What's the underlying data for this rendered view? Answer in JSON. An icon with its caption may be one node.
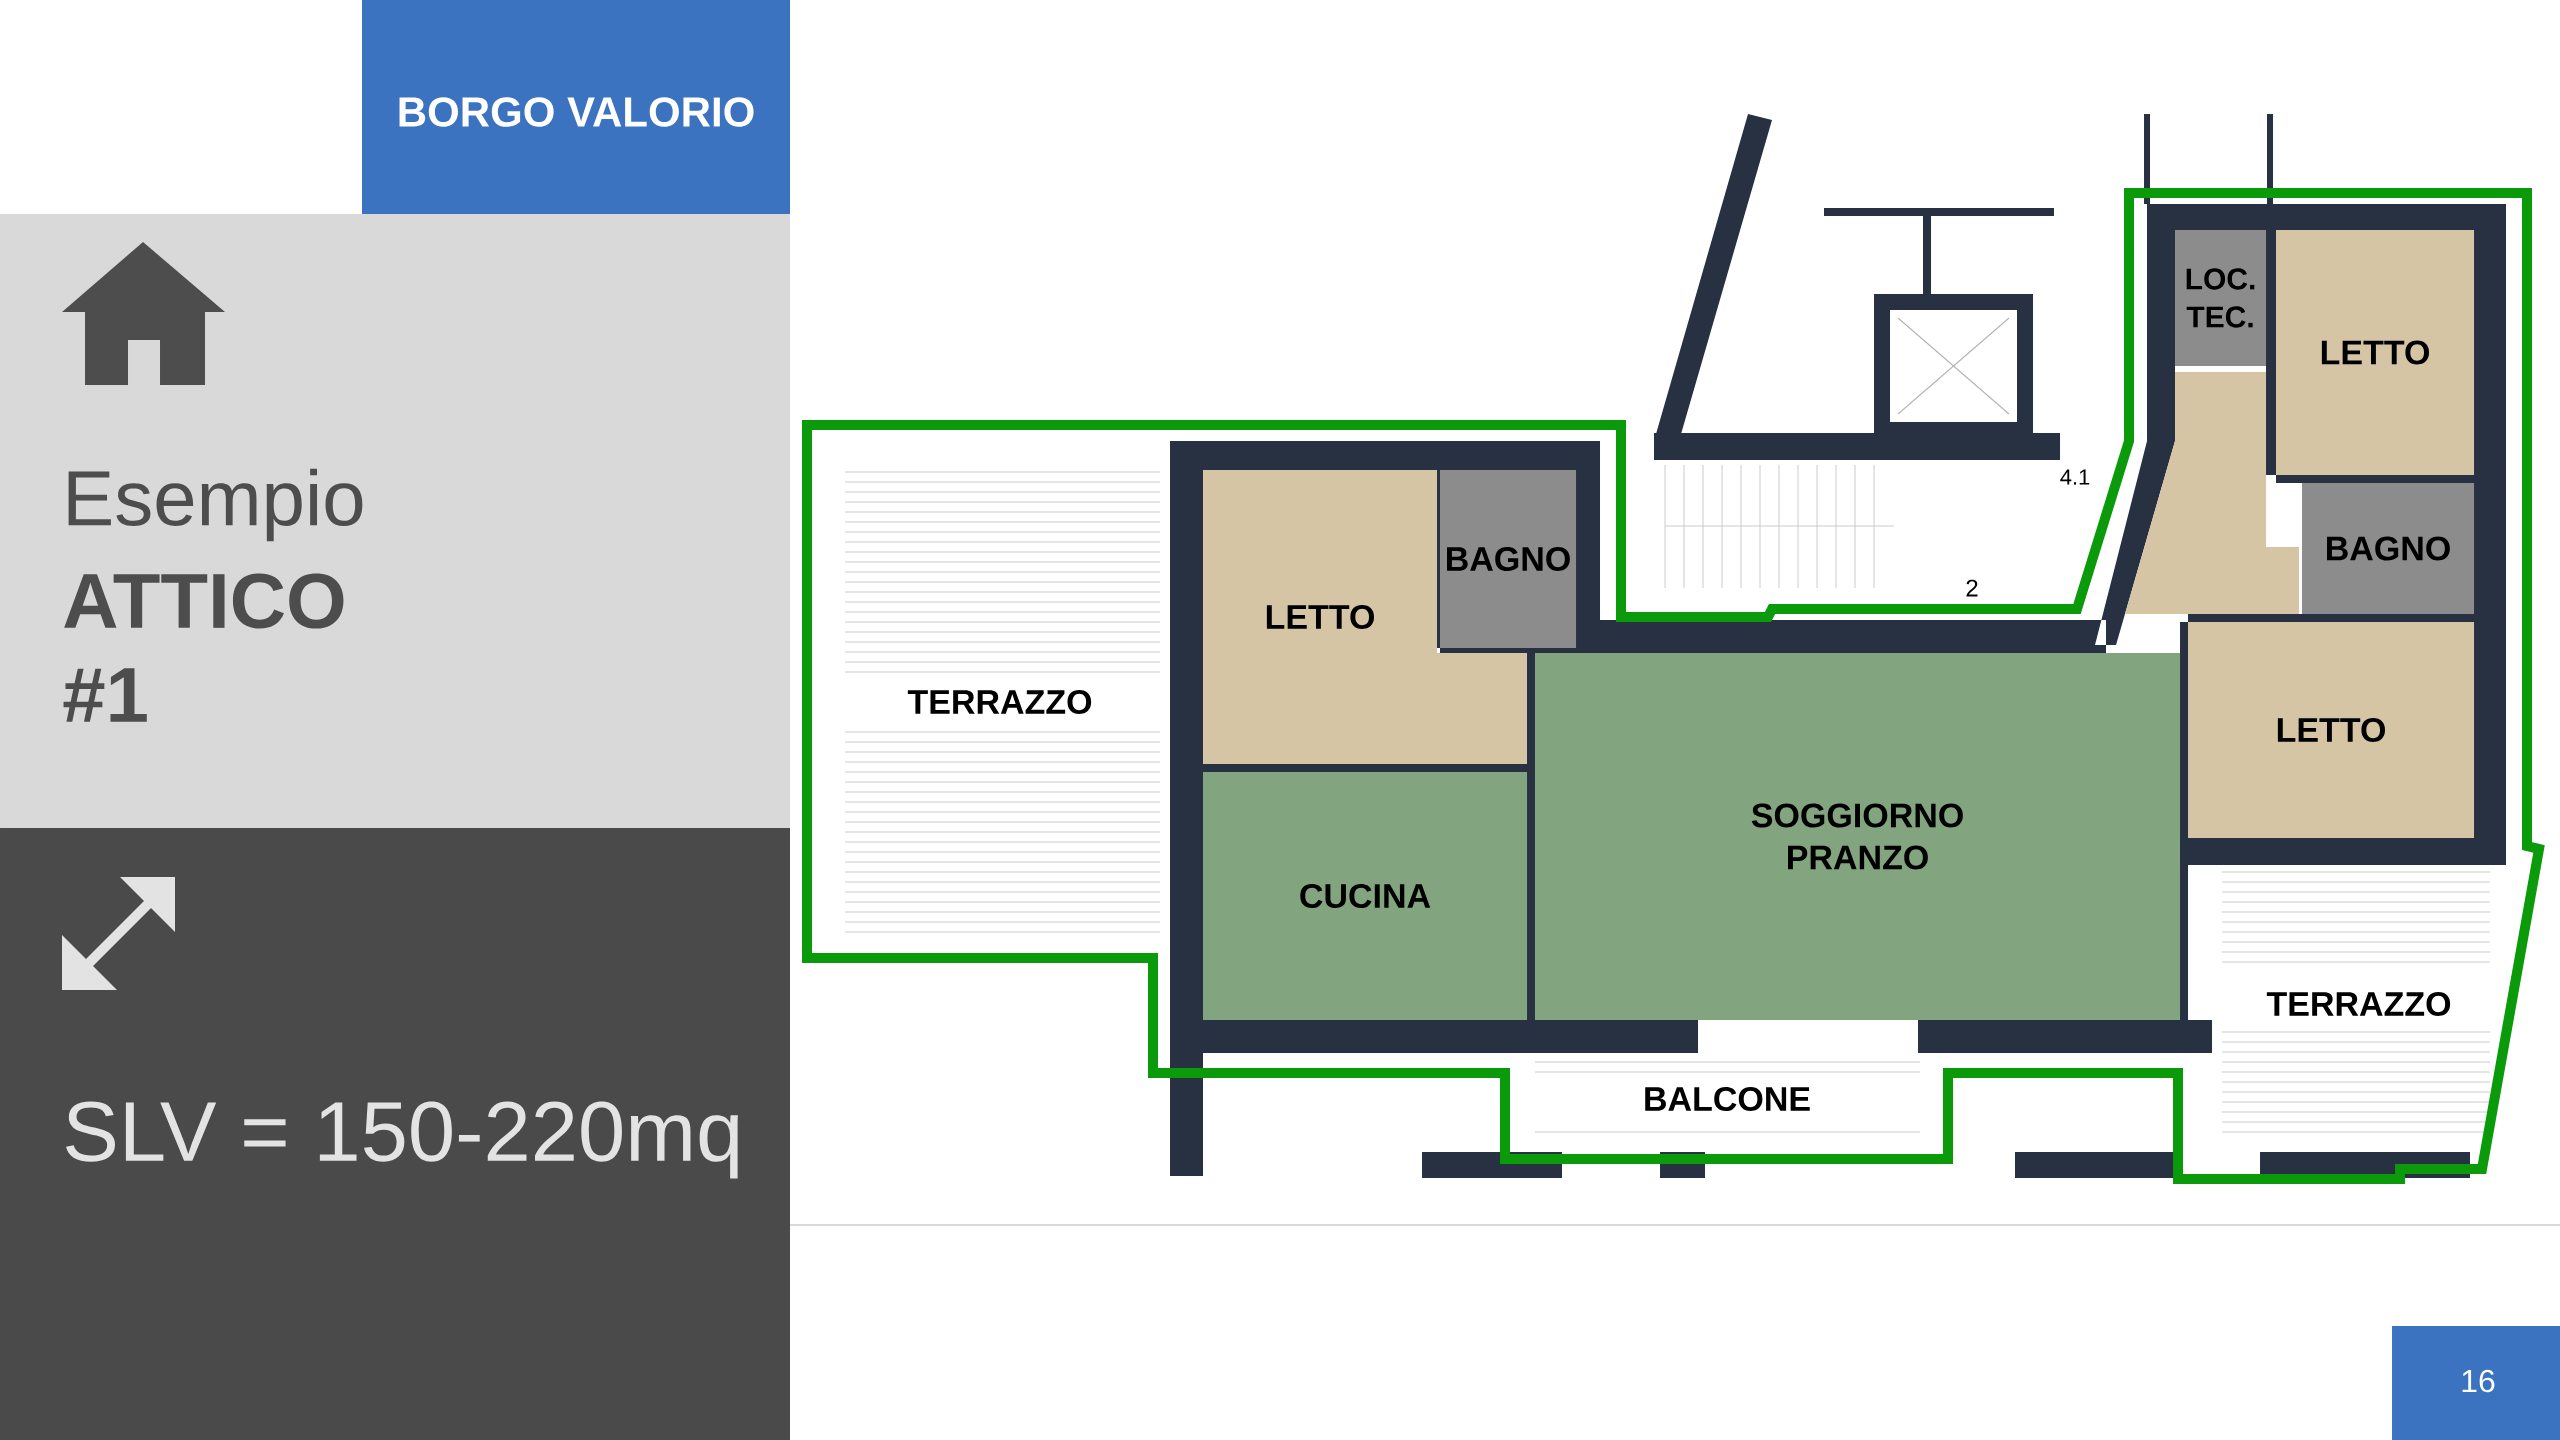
{
  "diagram": {
    "nodes": [
      {
        "text": [
          "TERRAZZO"
        ]
      },
      {
        "text": [
          "LETTO"
        ]
      },
      {
        "text": [
          "BAGNO"
        ]
      },
      {
        "text": [
          "CUCINA"
        ]
      },
      {
        "text": [
          "SOGGIORNO PRANZO"
        ]
      },
      {
        "text": [
          "LOC. TEC."
        ]
      },
      {
        "text": [
          "LETTO"
        ]
      },
      {
        "text": [
          "BAGNO"
        ]
      },
      {
        "text": [
          "LETTO"
        ]
      },
      {
        "text": [
          "TERRAZZO"
        ]
      },
      {
        "text": [
          "BALCONE"
        ]
      },
      {
        "text": [],
        "shape": "box"
      }
    ],
    "labels": [
      "BORGO VALORIO",
      "Esempio",
      "ATTICO",
      "#1",
      "SLV = 150-220mq",
      "4.1",
      "2",
      "16"
    ]
  }
}
